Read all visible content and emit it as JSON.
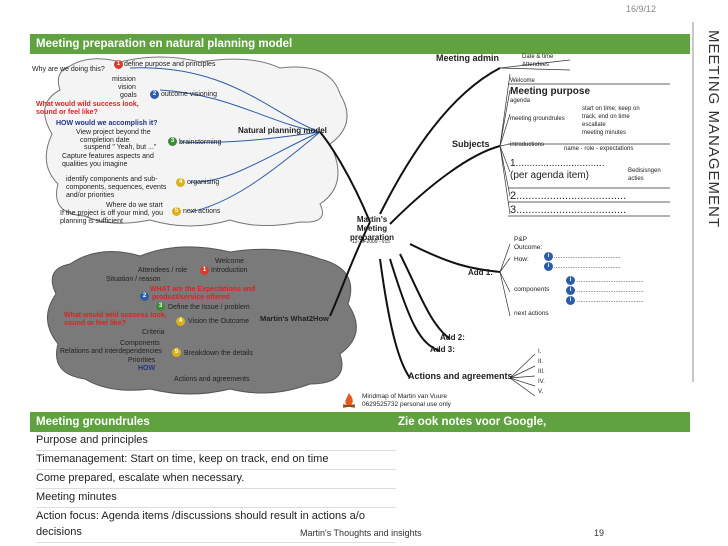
{
  "slide": {
    "date": "16/9/12",
    "vertical_title": "MEETING MANAGEMENT",
    "top_bar_title": "Meeting preparation en natural planning model",
    "bottom_bar_left": "Meeting groundrules",
    "bottom_bar_right": "Zie ook notes voor Google,",
    "footer_center": "Martin's Thoughts and insights",
    "page_number": "19"
  },
  "mindmap": {
    "center": {
      "title": "Martin's Meeting preparation",
      "date": "12-10-2009 - v15"
    },
    "npm": {
      "title": "Natural planning model",
      "why": "Why are we doing this?",
      "define": "define purpose and principles",
      "mission": "mission",
      "vision": "vision",
      "goals": "goals",
      "outcome_visioning": "outcome visioning",
      "success": "What would wild success look,",
      "success2": "sound or feel like?",
      "how": "HOW would we accomplish it?",
      "view": "View project beyond the",
      "completion": "completion date",
      "suspend": "suspend \" Yeah, but ...\"",
      "capture": "Capture features aspects and",
      "qualities": "qualities you imagine",
      "brainstorming": "brainstorming",
      "identify": "identify components and sub-",
      "components": "components, sequences, events",
      "priorities": "and/or priorities",
      "organising": "organising",
      "where": "Where do we start",
      "limit": "If the project is off your mind, you",
      "planning": "planning is sufficient",
      "next_actions": "next actions"
    },
    "what2how": {
      "title": "Martin's What2How",
      "welcome": "Welcome",
      "attendees": "Attendees / role",
      "introduction": "Introduction",
      "situation": "Situation / reason",
      "expectations": "WHAT are the Expectations and",
      "product": "product/service offered",
      "define_issue": "Define the Issue / problem",
      "success": "What would wild success look,",
      "success2": "sound or feel like?",
      "vision_outcome": "Vision the Outcome",
      "criteria": "Criteria",
      "components": "Components",
      "relations": "Relations and interdependencies",
      "priorities": "Priorities",
      "how": "HOW",
      "breakdown": "Breakdown the details",
      "actions": "Actions and agreements"
    },
    "admin": {
      "title": "Meeting admin",
      "date_time": "Date & time",
      "attendees": "Attendees"
    },
    "subjects": {
      "title": "Subjects",
      "welcome": "Welcome",
      "purpose": "Meeting purpose",
      "agenda": "agenda",
      "groundrules": "meeting groundrules",
      "gr1": "start on time; keep on",
      "gr2": "track, end on time",
      "gr3": "escallate",
      "gr4": "meeting minutes",
      "introductions": "introductions",
      "intro_detail": "name - role - expectations",
      "item1": "1................................",
      "item1b": "(per agenda item)",
      "decisions": "Bedisisngen",
      "decisions2": "acties",
      "item2": "2....................................",
      "item3": "3...................................."
    },
    "add1": {
      "title": "Add 1:",
      "pp": "P&P",
      "outcome": "Outcome:",
      "how": "How:",
      "components": "components",
      "next_actions": "next actions",
      "dots": "........................................"
    },
    "add2": "Add 2:",
    "add3": "Add 3:",
    "actions": {
      "title": "Actions and agreements",
      "items": [
        "I.",
        "II.",
        "III.",
        "IV.",
        "V."
      ]
    },
    "credit1": "Mindmap of Martin van Vuure",
    "credit2": "0629525732 personal use only"
  },
  "groundrules": [
    "Purpose and principles",
    "Timemanagement: Start on time, keep on track, end on time",
    "Come prepared, escalate when necessary.",
    "Meeting minutes",
    "Action focus: Agenda items /discussions should result in actions a/o decisions"
  ],
  "colors": {
    "green": "#5fa23f",
    "red": "#d83c2c",
    "blue": "#2b5da8",
    "cloud": "#7a7a7a"
  }
}
